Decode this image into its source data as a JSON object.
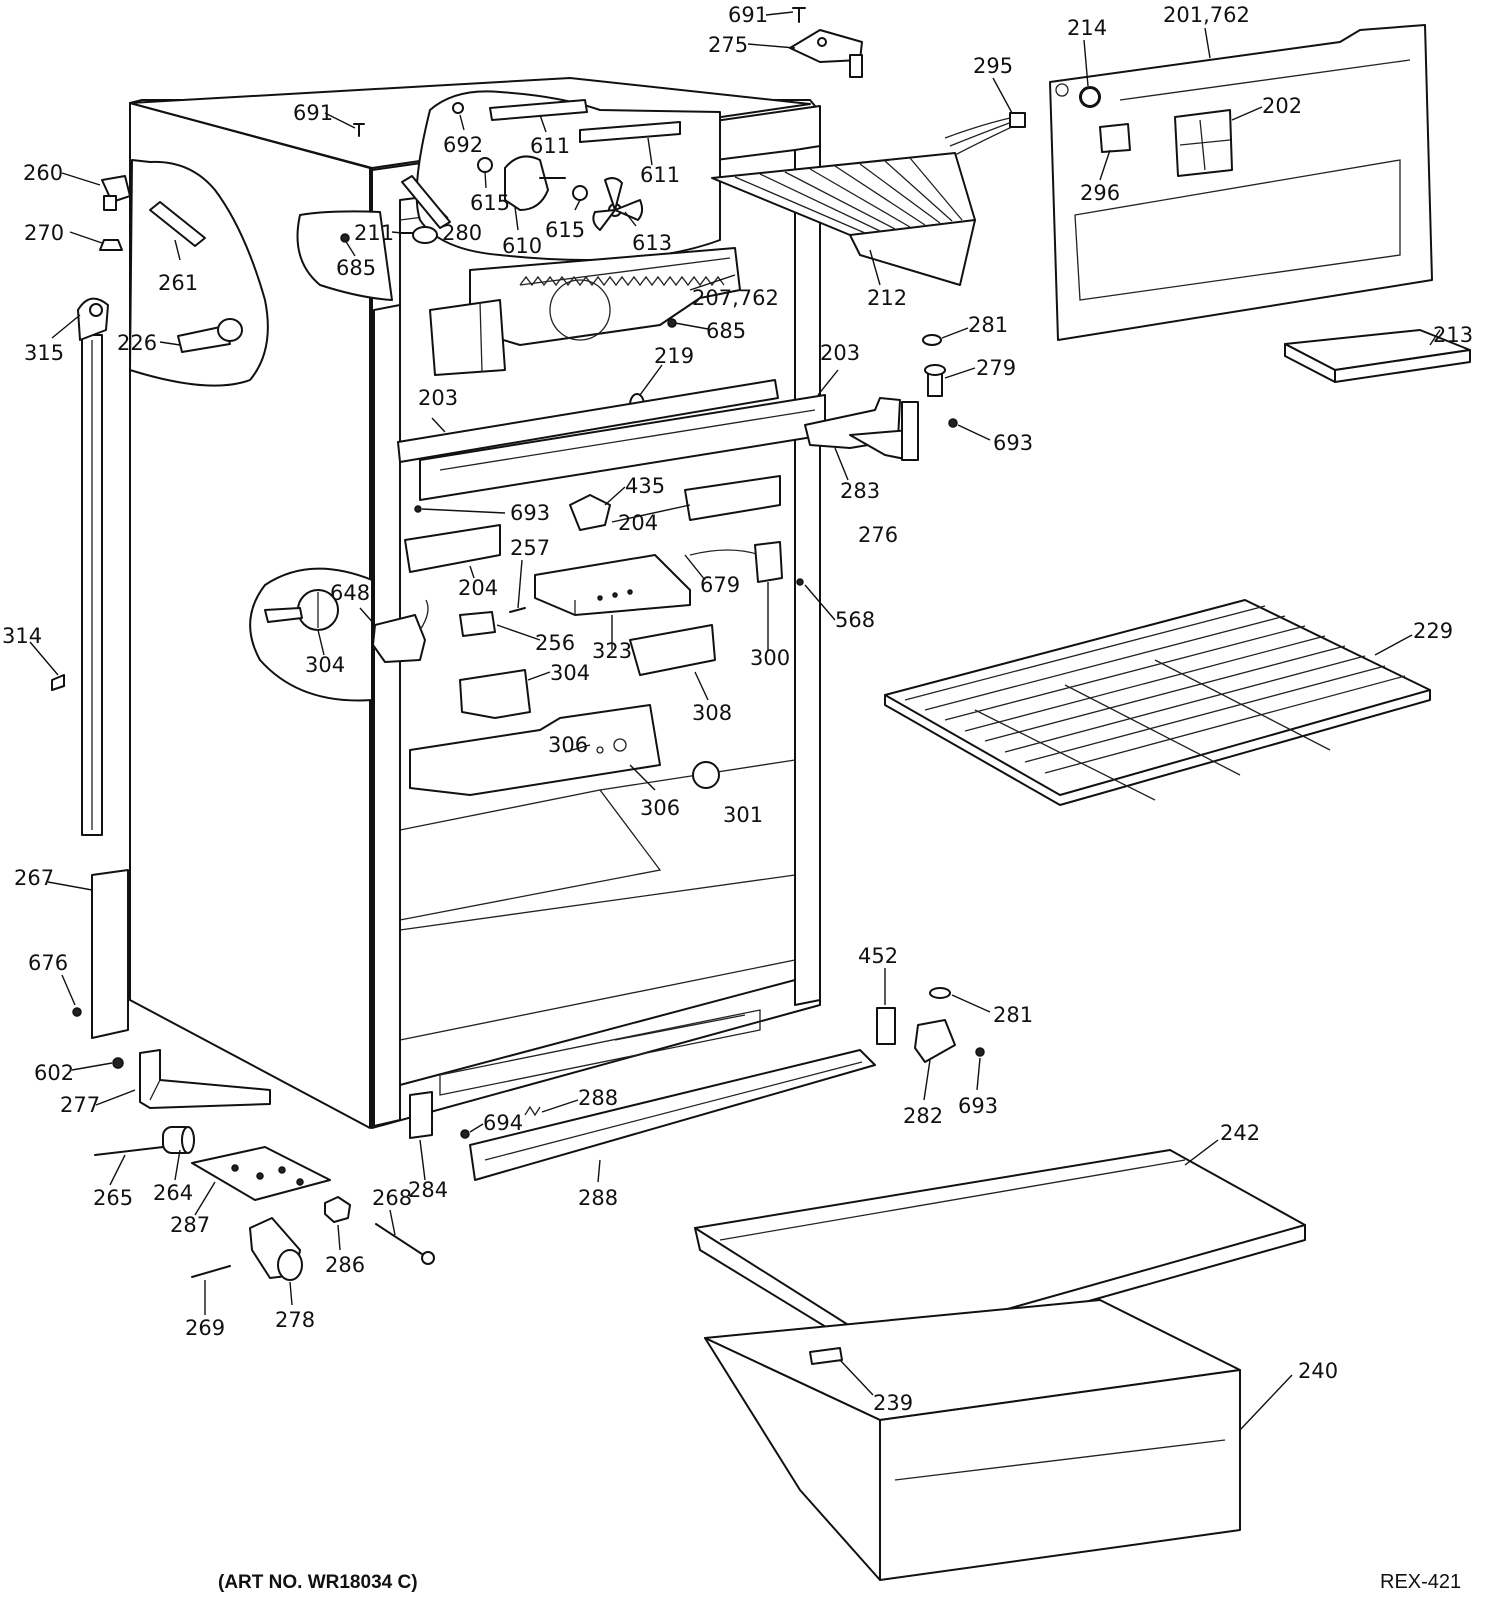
{
  "art_number": "(ART NO. WR18034 C)",
  "drawing_id": "REX-421",
  "callouts": [
    "691",
    "275",
    "214",
    "201,762",
    "295",
    "202",
    "296",
    "691",
    "692",
    "611",
    "611",
    "260",
    "615",
    "615",
    "610",
    "613",
    "270",
    "211",
    "280",
    "685",
    "261",
    "207,762",
    "212",
    "315",
    "226",
    "685",
    "281",
    "213",
    "279",
    "219",
    "203",
    "203",
    "693",
    "283",
    "435",
    "204",
    "693",
    "276",
    "257",
    "204",
    "648",
    "679",
    "568",
    "229",
    "314",
    "304",
    "256",
    "323",
    "300",
    "304",
    "308",
    "306",
    "306",
    "301",
    "267",
    "676",
    "452",
    "281",
    "602",
    "282",
    "693",
    "277",
    "694",
    "288",
    "288",
    "242",
    "265",
    "264",
    "268",
    "284",
    "287",
    "286",
    "269",
    "278",
    "240",
    "239"
  ]
}
